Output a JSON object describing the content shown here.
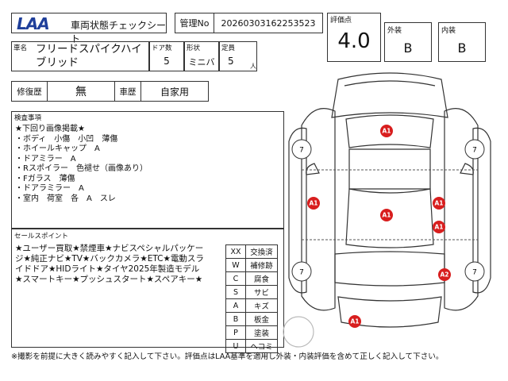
{
  "header": {
    "logo": "LAA",
    "title": "車両状態チェックシート",
    "mgmt_label": "管理No",
    "mgmt_value": "20260303162253523"
  },
  "scores": {
    "overall_label": "評価点",
    "overall_value": "4.0",
    "exterior_label": "外装",
    "exterior_value": "B",
    "interior_label": "内装",
    "interior_value": "B"
  },
  "vehicle": {
    "name_label": "車名",
    "name_value": "フリードスパイクハイブリッド",
    "doors_label": "ドア数",
    "doors_value": "5",
    "shape_label": "形状",
    "shape_value": "ミニバ",
    "capacity_label": "定員",
    "capacity_value": "5",
    "capacity_unit": "人"
  },
  "history": {
    "repair_label": "修復歴",
    "repair_value": "無",
    "usage_label": "車歴",
    "usage_value": "自家用"
  },
  "inspection": {
    "label": "検査事項",
    "lines": [
      "★下回り画像掲載★",
      "・ボディ　小傷　小凹　薄傷",
      "・ホイールキャップ　A",
      "・ドアミラー　A",
      "・Rスポイラー　色褪せ（画像あり）",
      "・Fガラス　薄傷",
      "・ドアラミラー　A",
      "・室内　荷室　各　A　スレ"
    ]
  },
  "sales": {
    "label": "セールスポイント",
    "lines": [
      "★ユーザー買取★禁煙車★ナビスペシャルパッケー",
      "ジ★純正ナビ★TV★バックカメラ★ETC★電動スラ",
      "イドドア★HIDライト★タイヤ2025年製造モデル",
      "★スマートキー★プッシュスタート★スペアキー★"
    ]
  },
  "legend": [
    {
      "code": "XX",
      "meaning": "交換済"
    },
    {
      "code": "W",
      "meaning": "補修跡"
    },
    {
      "code": "C",
      "meaning": "腐食"
    },
    {
      "code": "S",
      "meaning": "サビ"
    },
    {
      "code": "A",
      "meaning": "キズ"
    },
    {
      "code": "B",
      "meaning": "板金"
    },
    {
      "code": "P",
      "meaning": "塗装"
    },
    {
      "code": "U",
      "meaning": "ヘコミ"
    }
  ],
  "diagram": {
    "marks": [
      {
        "label": "A1",
        "name": "mark-hood"
      },
      {
        "label": "A1",
        "name": "mark-left-front-door"
      },
      {
        "label": "A1",
        "name": "mark-roof"
      },
      {
        "label": "A1",
        "name": "mark-right-front-door"
      },
      {
        "label": "A1",
        "name": "mark-right-rear-door"
      },
      {
        "label": "A2",
        "name": "mark-right-rear-fender"
      },
      {
        "label": "A1",
        "name": "mark-rear-bumper"
      }
    ],
    "tires": [
      {
        "label": "7",
        "name": "tire-front-left"
      },
      {
        "label": "7",
        "name": "tire-front-right"
      },
      {
        "label": "7",
        "name": "tire-rear-left"
      },
      {
        "label": "7",
        "name": "tire-rear-right"
      }
    ],
    "mark_color": "#d81e1e"
  },
  "footer": {
    "note": "※撮影を前提に大きく読みやすく記入して下さい。評価点はLAA基準を適用し外装・内装評価を含めて正しく記入して下さい。"
  }
}
